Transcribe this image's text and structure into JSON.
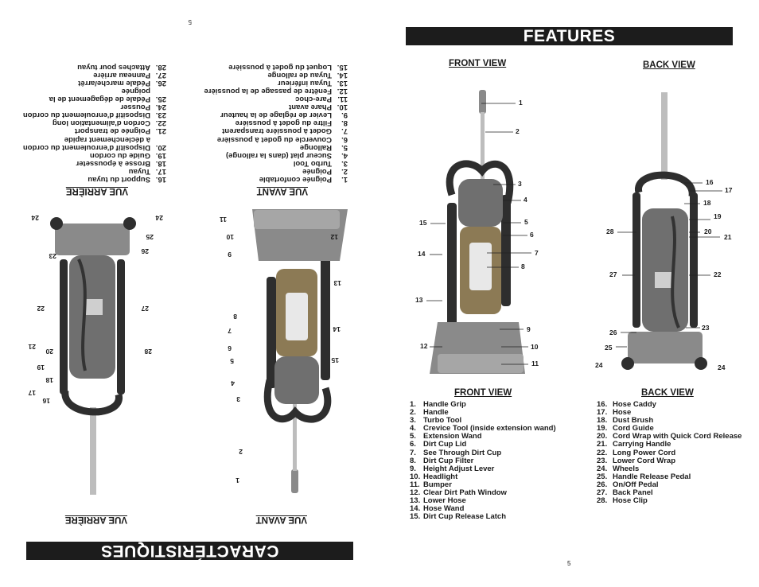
{
  "right": {
    "title": "FEATURES",
    "front_heading": "FRONT VIEW",
    "back_heading": "BACK VIEW",
    "front_list_heading": "FRONT VIEW",
    "back_list_heading": "BACK VIEW",
    "page_number": "5",
    "front_items": [
      {
        "n": "1.",
        "t": "Handle Grip"
      },
      {
        "n": "2.",
        "t": "Handle"
      },
      {
        "n": "3.",
        "t": "Turbo Tool"
      },
      {
        "n": "4.",
        "t": "Crevice Tool (inside extension wand)"
      },
      {
        "n": "5.",
        "t": "Extension Wand"
      },
      {
        "n": "6.",
        "t": "Dirt Cup Lid"
      },
      {
        "n": "7.",
        "t": "See Through Dirt Cup"
      },
      {
        "n": "8.",
        "t": "Dirt Cup Filter"
      },
      {
        "n": "9.",
        "t": "Height Adjust Lever"
      },
      {
        "n": "10.",
        "t": "Headlight"
      },
      {
        "n": "11.",
        "t": "Bumper"
      },
      {
        "n": "12.",
        "t": "Clear Dirt Path Window"
      },
      {
        "n": "13.",
        "t": "Lower Hose"
      },
      {
        "n": "14.",
        "t": "Hose Wand"
      },
      {
        "n": "15.",
        "t": "Dirt Cup Release Latch"
      }
    ],
    "back_items": [
      {
        "n": "16.",
        "t": "Hose Caddy"
      },
      {
        "n": "17.",
        "t": "Hose"
      },
      {
        "n": "18.",
        "t": "Dust Brush"
      },
      {
        "n": "19.",
        "t": "Cord Guide"
      },
      {
        "n": "20.",
        "t": "Cord Wrap with Quick Cord Release"
      },
      {
        "n": "21.",
        "t": "Carrying Handle"
      },
      {
        "n": "22.",
        "t": "Long Power Cord"
      },
      {
        "n": "23.",
        "t": "Lower Cord Wrap"
      },
      {
        "n": "24.",
        "t": "Wheels"
      },
      {
        "n": "25.",
        "t": "Handle Release Pedal"
      },
      {
        "n": "26.",
        "t": "On/Off Pedal"
      },
      {
        "n": "27.",
        "t": "Back Panel"
      },
      {
        "n": "28.",
        "t": "Hose Clip"
      }
    ],
    "front_callouts": [
      "1",
      "2",
      "3",
      "4",
      "5",
      "6",
      "7",
      "8",
      "9",
      "10",
      "11",
      "12",
      "13",
      "14",
      "15"
    ],
    "back_callouts": [
      "16",
      "17",
      "18",
      "19",
      "20",
      "21",
      "22",
      "23",
      "24",
      "24",
      "25",
      "26",
      "27",
      "28"
    ]
  },
  "left": {
    "title": "CARACTÉRISTIQUES",
    "front_heading": "VUE AVANT",
    "back_heading": "VUE ARRIÈRE",
    "front_list_heading": "VUE AVANT",
    "back_list_heading": "VUE ARRIÈRE",
    "page_number": "5",
    "front_items": [
      {
        "n": "1.",
        "t": "Poignée confortable"
      },
      {
        "n": "2.",
        "t": "Poignée"
      },
      {
        "n": "3.",
        "t": "Turbo Tool"
      },
      {
        "n": "4.",
        "t": "Suceur plat (dans la rallonge)"
      },
      {
        "n": "5.",
        "t": "Rallonge"
      },
      {
        "n": "6.",
        "t": "Couvercle du godet à poussière"
      },
      {
        "n": "7.",
        "t": "Godet à poussière transparent"
      },
      {
        "n": "8.",
        "t": "Filtre du godet à poussière"
      },
      {
        "n": "9.",
        "t": "Levier de réglage de la hauteur"
      },
      {
        "n": "10.",
        "t": "Phare avant"
      },
      {
        "n": "11.",
        "t": "Pare-choc"
      },
      {
        "n": "12.",
        "t": "Fenêtre de passage de la poussière"
      },
      {
        "n": "13.",
        "t": "Tuyau inférieur"
      },
      {
        "n": "14.",
        "t": "Tuyau de rallonge"
      },
      {
        "n": "15.",
        "t": "Loquet du godet à poussière"
      }
    ],
    "back_items": [
      {
        "n": "16.",
        "t": "Support du tuyau"
      },
      {
        "n": "17.",
        "t": "Tuyau"
      },
      {
        "n": "18.",
        "t": "Brosse à épousseter"
      },
      {
        "n": "19.",
        "t": "Guide du cordon"
      },
      {
        "n": "20.",
        "t": "Dispositif d'enroulement du cordon"
      },
      {
        "n": "",
        "t": "à déclenchement rapide"
      },
      {
        "n": "21.",
        "t": "Poignée de transport"
      },
      {
        "n": "22.",
        "t": "Cordon d'alimentation long"
      },
      {
        "n": "23.",
        "t": "Dispositif d'enroulement du cordon"
      },
      {
        "n": "24.",
        "t": "Pousser"
      },
      {
        "n": "25.",
        "t": "Pédale de dégagement de la"
      },
      {
        "n": "",
        "t": "poignée"
      },
      {
        "n": "26.",
        "t": "Pédale marche/arrêt"
      },
      {
        "n": "27.",
        "t": "Panneau arrière"
      },
      {
        "n": "28.",
        "t": "Attaches pour tuyau"
      }
    ],
    "front_callouts": [
      "1",
      "2",
      "3",
      "4",
      "5",
      "6",
      "7",
      "8",
      "9",
      "10",
      "11",
      "12",
      "13",
      "14",
      "15"
    ],
    "back_callouts": [
      "16",
      "17",
      "18",
      "19",
      "20",
      "21",
      "22",
      "23",
      "24",
      "24",
      "25",
      "26",
      "27",
      "28"
    ]
  },
  "colors": {
    "banner": "#1c1c1c",
    "body_gray": "#7a7a7a",
    "hose": "#2e2e2e",
    "bin": "#c9b27a"
  }
}
